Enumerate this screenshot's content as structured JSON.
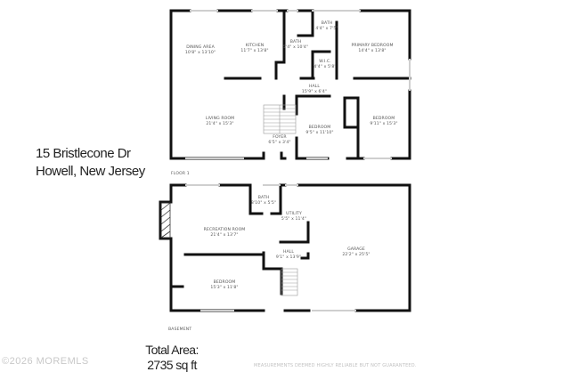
{
  "listing": {
    "address_line1": "15 Bristlecone Dr",
    "address_line2": "Howell, New Jersey",
    "total_area_label": "Total Area:",
    "total_area_value": "2735 sq ft",
    "watermark": "©2026 MOREMLS",
    "disclaimer": "MEASUREMENTS DEEMED HIGHLY RELIABLE BUT NOT GUARANTEED."
  },
  "floors": [
    {
      "label": "FLOOR 1",
      "rooms": [
        {
          "name": "DINING AREA",
          "dims": "10'8\" x 13'10\""
        },
        {
          "name": "KITCHEN",
          "dims": "11'7\" x 13'8\""
        },
        {
          "name": "BATH",
          "dims": "5'4\" x 10'4\""
        },
        {
          "name": "BATH",
          "dims": "4'4\" x 7'5\""
        },
        {
          "name": "W.I.C.",
          "dims": "4'4\" x 5'8\""
        },
        {
          "name": "PRIMARY BEDROOM",
          "dims": "14'4\" x 13'8\""
        },
        {
          "name": "HALL",
          "dims": "15'9\" x 6'4\""
        },
        {
          "name": "LIVING ROOM",
          "dims": "21'4\" x 15'3\""
        },
        {
          "name": "FOYER",
          "dims": "6'5\" x 3'4\""
        },
        {
          "name": "BEDROOM",
          "dims": "9'5\" x 11'10\""
        },
        {
          "name": "BEDROOM",
          "dims": "9'11\" x 15'3\""
        }
      ]
    },
    {
      "label": "BASEMENT",
      "rooms": [
        {
          "name": "BATH",
          "dims": "8'10\" x 5'5\""
        },
        {
          "name": "UTILITY",
          "dims": "5'5\" x 11'4\""
        },
        {
          "name": "RECREATION ROOM",
          "dims": "21'4\" x 13'7\""
        },
        {
          "name": "HALL",
          "dims": "9'1\" x 13'9\""
        },
        {
          "name": "GARAGE",
          "dims": "22'2\" x 25'5\""
        },
        {
          "name": "BEDROOM",
          "dims": "15'3\" x 11'8\""
        }
      ]
    }
  ],
  "colors": {
    "wall": "#111111",
    "window": "#d8d8d8",
    "text": "#555555"
  }
}
